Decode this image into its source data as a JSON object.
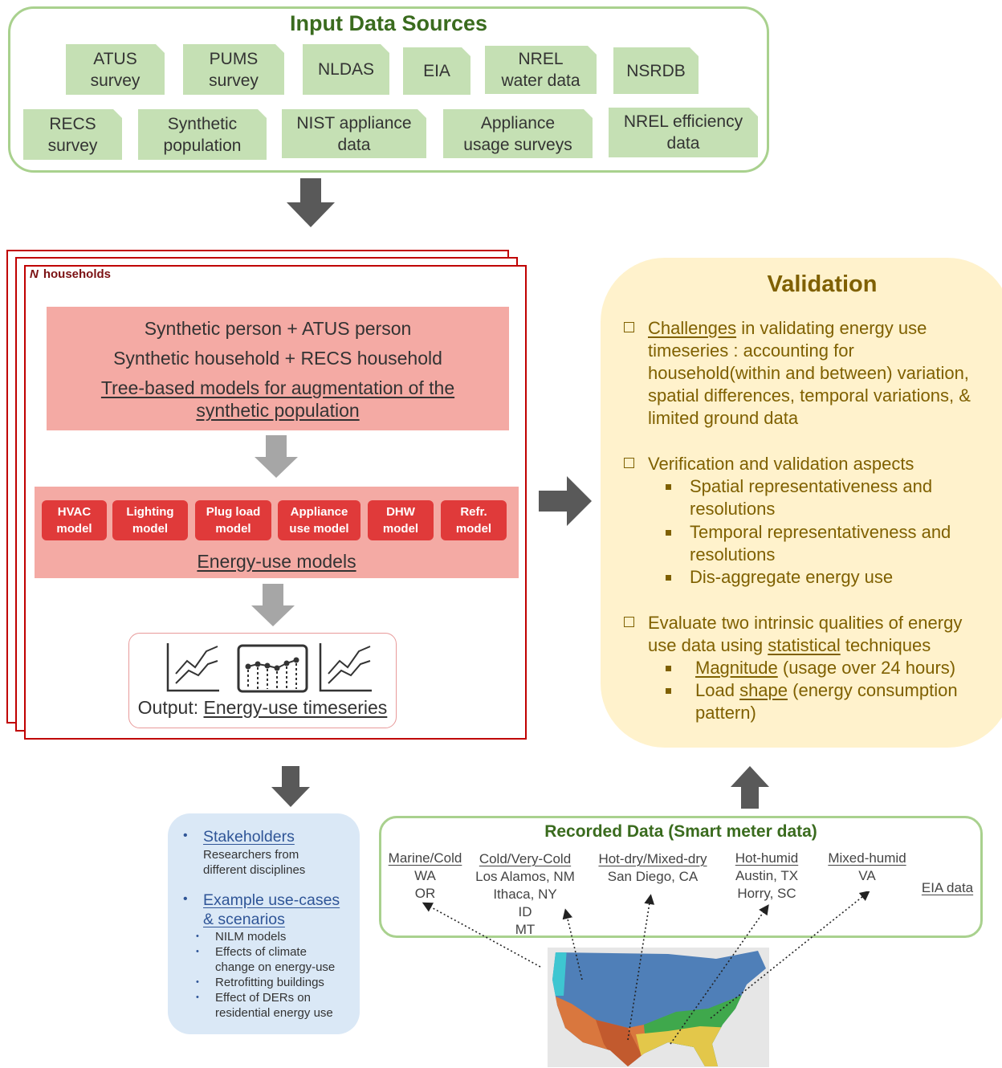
{
  "input": {
    "title": "Input Data Sources",
    "sources": [
      "ATUS survey",
      "PUMS survey",
      "NLDAS",
      "EIA",
      "NREL water data",
      "NSRDB",
      "RECS survey",
      "Synthetic population",
      "NIST appliance data",
      "Appliance usage surveys",
      "NREL efficiency data"
    ],
    "sources_lines": [
      [
        "ATUS",
        "survey"
      ],
      [
        "PUMS",
        "survey"
      ],
      [
        "NLDAS"
      ],
      [
        "EIA"
      ],
      [
        "NREL",
        "water data"
      ],
      [
        "NSRDB"
      ],
      [
        "RECS",
        "survey"
      ],
      [
        "Synthetic",
        "population"
      ],
      [
        "NIST appliance",
        "data"
      ],
      [
        "Appliance",
        "usage surveys"
      ],
      [
        "NREL efficiency",
        "data"
      ]
    ]
  },
  "households": {
    "n_label": "N",
    "label": "households",
    "synthetic_person": "Synthetic person + ATUS person",
    "synthetic_household": "Synthetic household + RECS household",
    "tree_models_line1": "Tree-based models for augmentation of the",
    "tree_models_line2": "synthetic population",
    "models": [
      {
        "line1": "HVAC",
        "line2": "model"
      },
      {
        "line1": "Lighting",
        "line2": "model"
      },
      {
        "line1": "Plug load",
        "line2": "model"
      },
      {
        "line1": "Appliance",
        "line2": "use model"
      },
      {
        "line1": "DHW",
        "line2": "model"
      },
      {
        "line1": "Refr.",
        "line2": "model"
      }
    ],
    "models_label": "Energy-use models",
    "output_prefix": "Output: ",
    "output_label": "Energy-use timeseries"
  },
  "validation": {
    "title": "Validation",
    "challenges_word": "Challenges",
    "challenges_rest1": " in validating energy use",
    "challenges_l2": "timeseries :  accounting for",
    "challenges_l3": "household(within and between) variation,",
    "challenges_l4": "spatial differences, temporal variations, &",
    "challenges_l5": "limited ground data",
    "aspects": "Verification and validation aspects",
    "aspect1_l1": "Spatial representativeness and",
    "aspect1_l2": "resolutions",
    "aspect2_l1": "Temporal representativeness and",
    "aspect2_l2": "resolutions",
    "aspect3": "Dis-aggregate energy use",
    "evaluate_l1": "Evaluate two intrinsic qualities of energy",
    "evaluate_l2_a": "use data using ",
    "evaluate_l2_b": "statistical",
    "evaluate_l2_c": " techniques",
    "magnitude_a": "Magnitude",
    "magnitude_b": " (usage over 24 hours)",
    "shape_a": "Load ",
    "shape_b": "shape",
    "shape_c": " (energy consumption",
    "shape_l2": "pattern)"
  },
  "stakeholders": {
    "title": "Stakeholders",
    "desc_l1": "Researchers from",
    "desc_l2": "different disciplines",
    "usecases_l1": "Example use-cases",
    "usecases_l2": "& scenarios",
    "items": [
      [
        "NILM models"
      ],
      [
        "Effects of climate",
        "change on energy-use"
      ],
      [
        "Retrofitting buildings"
      ],
      [
        "Effect of DERs on",
        "residential energy use"
      ]
    ]
  },
  "recorded": {
    "title": "Recorded Data (Smart meter data)",
    "regions": [
      {
        "name": "Marine/Cold",
        "places": [
          "WA",
          "OR"
        ]
      },
      {
        "name": "Cold/Very-Cold",
        "places": [
          "Los Alamos, NM",
          "Ithaca, NY",
          "ID",
          "MT"
        ]
      },
      {
        "name": "Hot-dry/Mixed-dry",
        "places": [
          "San Diego, CA"
        ]
      },
      {
        "name": "Hot-humid",
        "places": [
          "Austin, TX",
          "Horry, SC"
        ]
      },
      {
        "name": "Mixed-humid",
        "places": [
          "VA"
        ]
      }
    ],
    "eia": "EIA data"
  },
  "colors": {
    "green_border": "#a9d18e",
    "green_fill": "#c5e0b4",
    "red_fill": "#f4aaa4",
    "model_red": "#e03a3a",
    "validation_fill": "#fff2cc",
    "validation_text": "#7f6000",
    "stake_fill": "#dae8f6",
    "arrow": "#595959"
  }
}
